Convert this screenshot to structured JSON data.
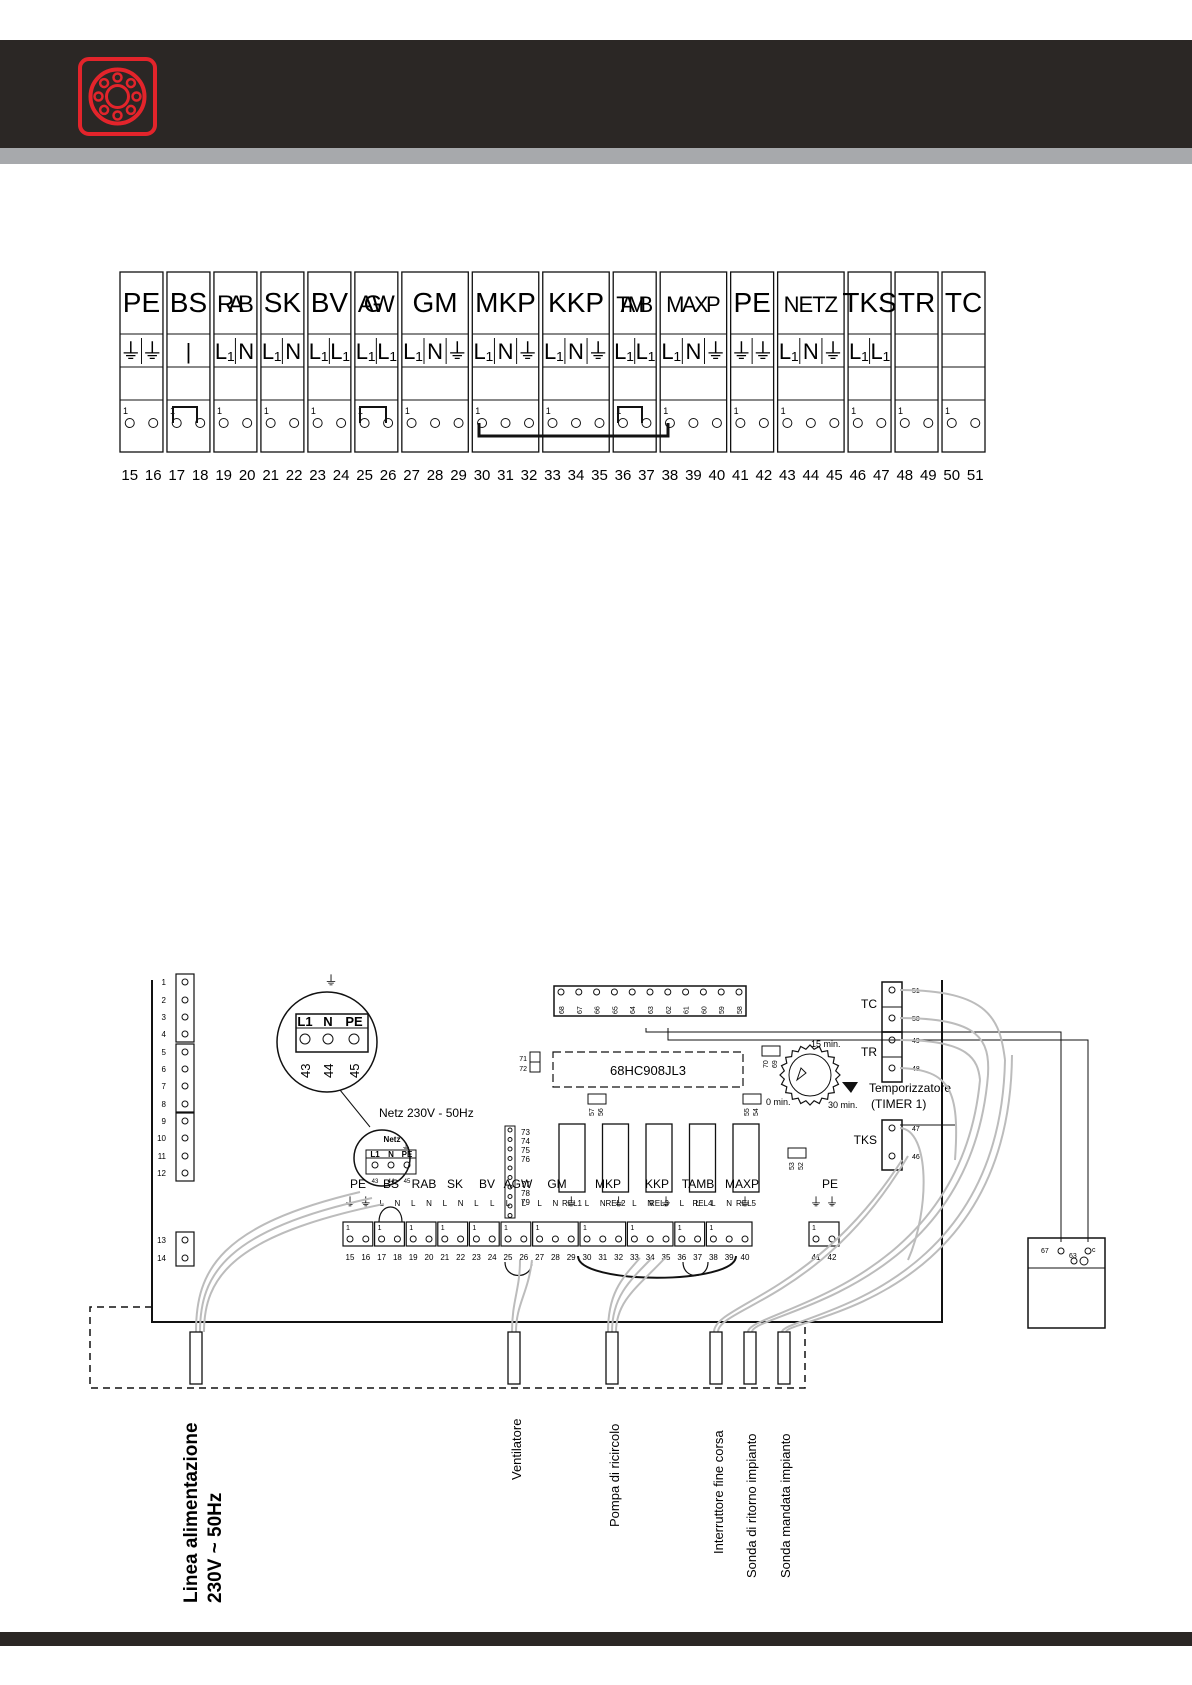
{
  "colors": {
    "header": "#2b2725",
    "strip": "#a7a9ac",
    "logo": "#e3242b"
  },
  "logo": {
    "icon": "bearing-logo-icon"
  },
  "terminal_block": {
    "groups": [
      {
        "name": "PE",
        "syms": [
          "⏚",
          "⏚"
        ],
        "start": 15
      },
      {
        "name": "BS",
        "syms": [
          "|"
        ],
        "start": 17
      },
      {
        "name": "RAB",
        "syms": [
          "L₁",
          "N"
        ],
        "start": 19
      },
      {
        "name": "SK",
        "syms": [
          "L₁",
          "N"
        ],
        "start": 21
      },
      {
        "name": "BV",
        "syms": [
          "L₁",
          "L₁"
        ],
        "start": 23
      },
      {
        "name": "AGW",
        "syms": [
          "L₁",
          "L₁"
        ],
        "start": 25
      },
      {
        "name": "GM",
        "syms": [
          "L₁",
          "N",
          "⏚"
        ],
        "start": 27
      },
      {
        "name": "MKP",
        "syms": [
          "L₁",
          "N",
          "⏚"
        ],
        "start": 30
      },
      {
        "name": "KKP",
        "syms": [
          "L₁",
          "N",
          "⏚"
        ],
        "start": 33
      },
      {
        "name": "TAMB",
        "syms": [
          "L₁",
          "L₁"
        ],
        "start": 36
      },
      {
        "name": "MAXP",
        "syms": [
          "L₁",
          "N",
          "⏚"
        ],
        "start": 38
      },
      {
        "name": "PE",
        "syms": [
          "⏚",
          "⏚"
        ],
        "start": 41
      },
      {
        "name": "NETZ",
        "syms": [
          "L₁",
          "N",
          "⏚"
        ],
        "start": 43
      },
      {
        "name": "TKS",
        "syms": [
          "L₁",
          "L₁"
        ],
        "start": 46
      },
      {
        "name": "TR",
        "syms": [],
        "start": 48
      },
      {
        "name": "TC",
        "syms": [],
        "start": 50
      }
    ],
    "numbers": [
      "15",
      "16",
      "17",
      "18",
      "19",
      "20",
      "21",
      "22",
      "23",
      "24",
      "25",
      "26",
      "27",
      "28",
      "29",
      "30",
      "31",
      "32",
      "33",
      "34",
      "35",
      "36",
      "37",
      "38",
      "39",
      "40",
      "41",
      "42",
      "43",
      "44",
      "45",
      "46",
      "47",
      "48",
      "49",
      "50",
      "51"
    ]
  },
  "board": {
    "left_terminals": [
      "1",
      "2",
      "3",
      "4",
      "5",
      "6",
      "7",
      "8",
      "9",
      "10",
      "11",
      "12",
      "13",
      "14"
    ],
    "top_connector": [
      "68",
      "67",
      "66",
      "65",
      "64",
      "63",
      "62",
      "61",
      "60",
      "59",
      "58"
    ],
    "chip": "68HC908JL3",
    "jumpers": {
      "j71": "71",
      "j72": "72",
      "j57": "57",
      "j56": "56",
      "j70": "70",
      "j69": "69",
      "j55": "55",
      "j54": "54",
      "j53": "53",
      "j52": "52"
    },
    "pin_column": [
      "73",
      "74",
      "75",
      "76",
      "77",
      "78",
      "79"
    ],
    "relays": [
      "REL1",
      "REL2",
      "REL3",
      "REL4",
      "REL5"
    ],
    "timer": {
      "t15": "15 min.",
      "t0": "0 min.",
      "t30": "30 min.",
      "title": "Temporizzatore",
      "subtitle": "(TIMER 1)"
    },
    "side": {
      "tc": "TC",
      "tr": "TR",
      "tks": "TKS",
      "n51": "51",
      "n50": "50",
      "n49": "49",
      "n48": "48",
      "n47": "47",
      "n46": "46"
    },
    "netz_zoom": {
      "l1": "L1",
      "n": "N",
      "pe": "PE",
      "n43": "43",
      "n44": "44",
      "n45": "45"
    },
    "netz_caption": "Netz 230V - 50Hz",
    "netz_small": {
      "title": "Netz",
      "l1": "L1",
      "n": "N",
      "pe": "PE",
      "n43": "43",
      "n44": "44",
      "n45": "45"
    },
    "bottom_groups": [
      "PE",
      "BS",
      "RAB",
      "SK",
      "BV",
      "AGW",
      "GM",
      "MKP",
      "KKP",
      "TAMB",
      "MAXP",
      "PE"
    ],
    "bottom_syms": [
      "⏚",
      "⏚",
      "L",
      "N",
      "L",
      "N",
      "L",
      "N",
      "L",
      "L",
      "L",
      "L",
      "L",
      "N",
      "⏚",
      "L",
      "N",
      "⏚",
      "L",
      "N",
      "⏚",
      "L",
      "L",
      "L",
      "N",
      "⏚",
      "⏚",
      "⏚"
    ],
    "bottom_numbers": [
      "15",
      "16",
      "17",
      "18",
      "19",
      "20",
      "21",
      "22",
      "23",
      "24",
      "25",
      "26",
      "27",
      "28",
      "29",
      "30",
      "31",
      "32",
      "33",
      "34",
      "35",
      "36",
      "37",
      "38",
      "39",
      "40",
      "41",
      "42"
    ],
    "ext_box": {
      "n67": "67",
      "n63": "63",
      "c": "c"
    }
  },
  "cables": [
    {
      "label_lines": [
        "Linea alimentazione",
        "230V ~ 50Hz"
      ]
    },
    {
      "label_lines": [
        "Ventilatore"
      ]
    },
    {
      "label_lines": [
        "Pompa di ricircolo"
      ]
    },
    {
      "label_lines": [
        "Interruttore fine corsa"
      ]
    },
    {
      "label_lines": [
        "Sonda di ritorno impianto"
      ]
    },
    {
      "label_lines": [
        "Sonda mandata impianto"
      ]
    }
  ]
}
